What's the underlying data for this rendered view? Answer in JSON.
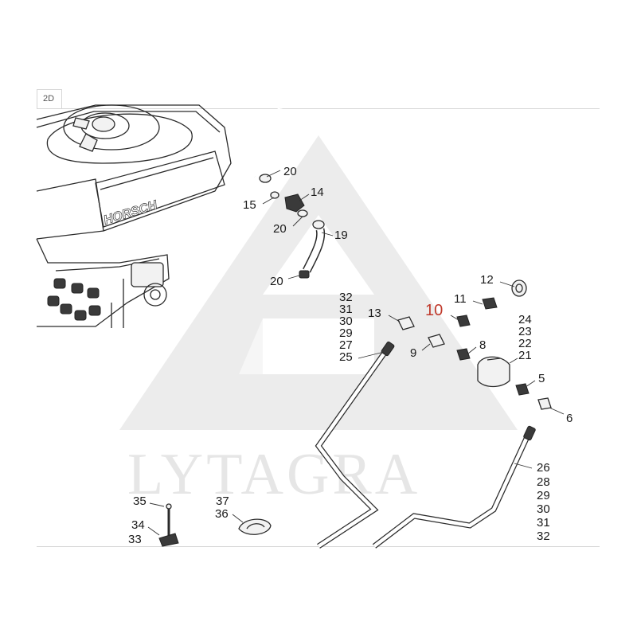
{
  "tab": {
    "label": "2D"
  },
  "watermark": {
    "text": "LYTAGRA"
  },
  "machine": {
    "brand": "HORSCH"
  },
  "highlighted_part": "10",
  "labels": {
    "l20a": "20",
    "l14": "14",
    "l15": "15",
    "l20b": "20",
    "l19": "19",
    "l20c": "20",
    "l12": "12",
    "l11": "11",
    "l10": "10",
    "l13": "13",
    "l9": "9",
    "l8": "8",
    "l24": "24",
    "l23": "23",
    "l22": "22",
    "l21": "21",
    "l5": "5",
    "l6": "6",
    "lL32": "32",
    "lL31": "31",
    "lL30": "30",
    "lL29": "29",
    "lL27": "27",
    "lL25": "25",
    "lR26": "26",
    "lR28": "28",
    "lR29": "29",
    "lR30": "30",
    "lR31": "31",
    "lR32": "32",
    "l35": "35",
    "l34": "34",
    "l33": "33",
    "l37": "37",
    "l36": "36"
  }
}
